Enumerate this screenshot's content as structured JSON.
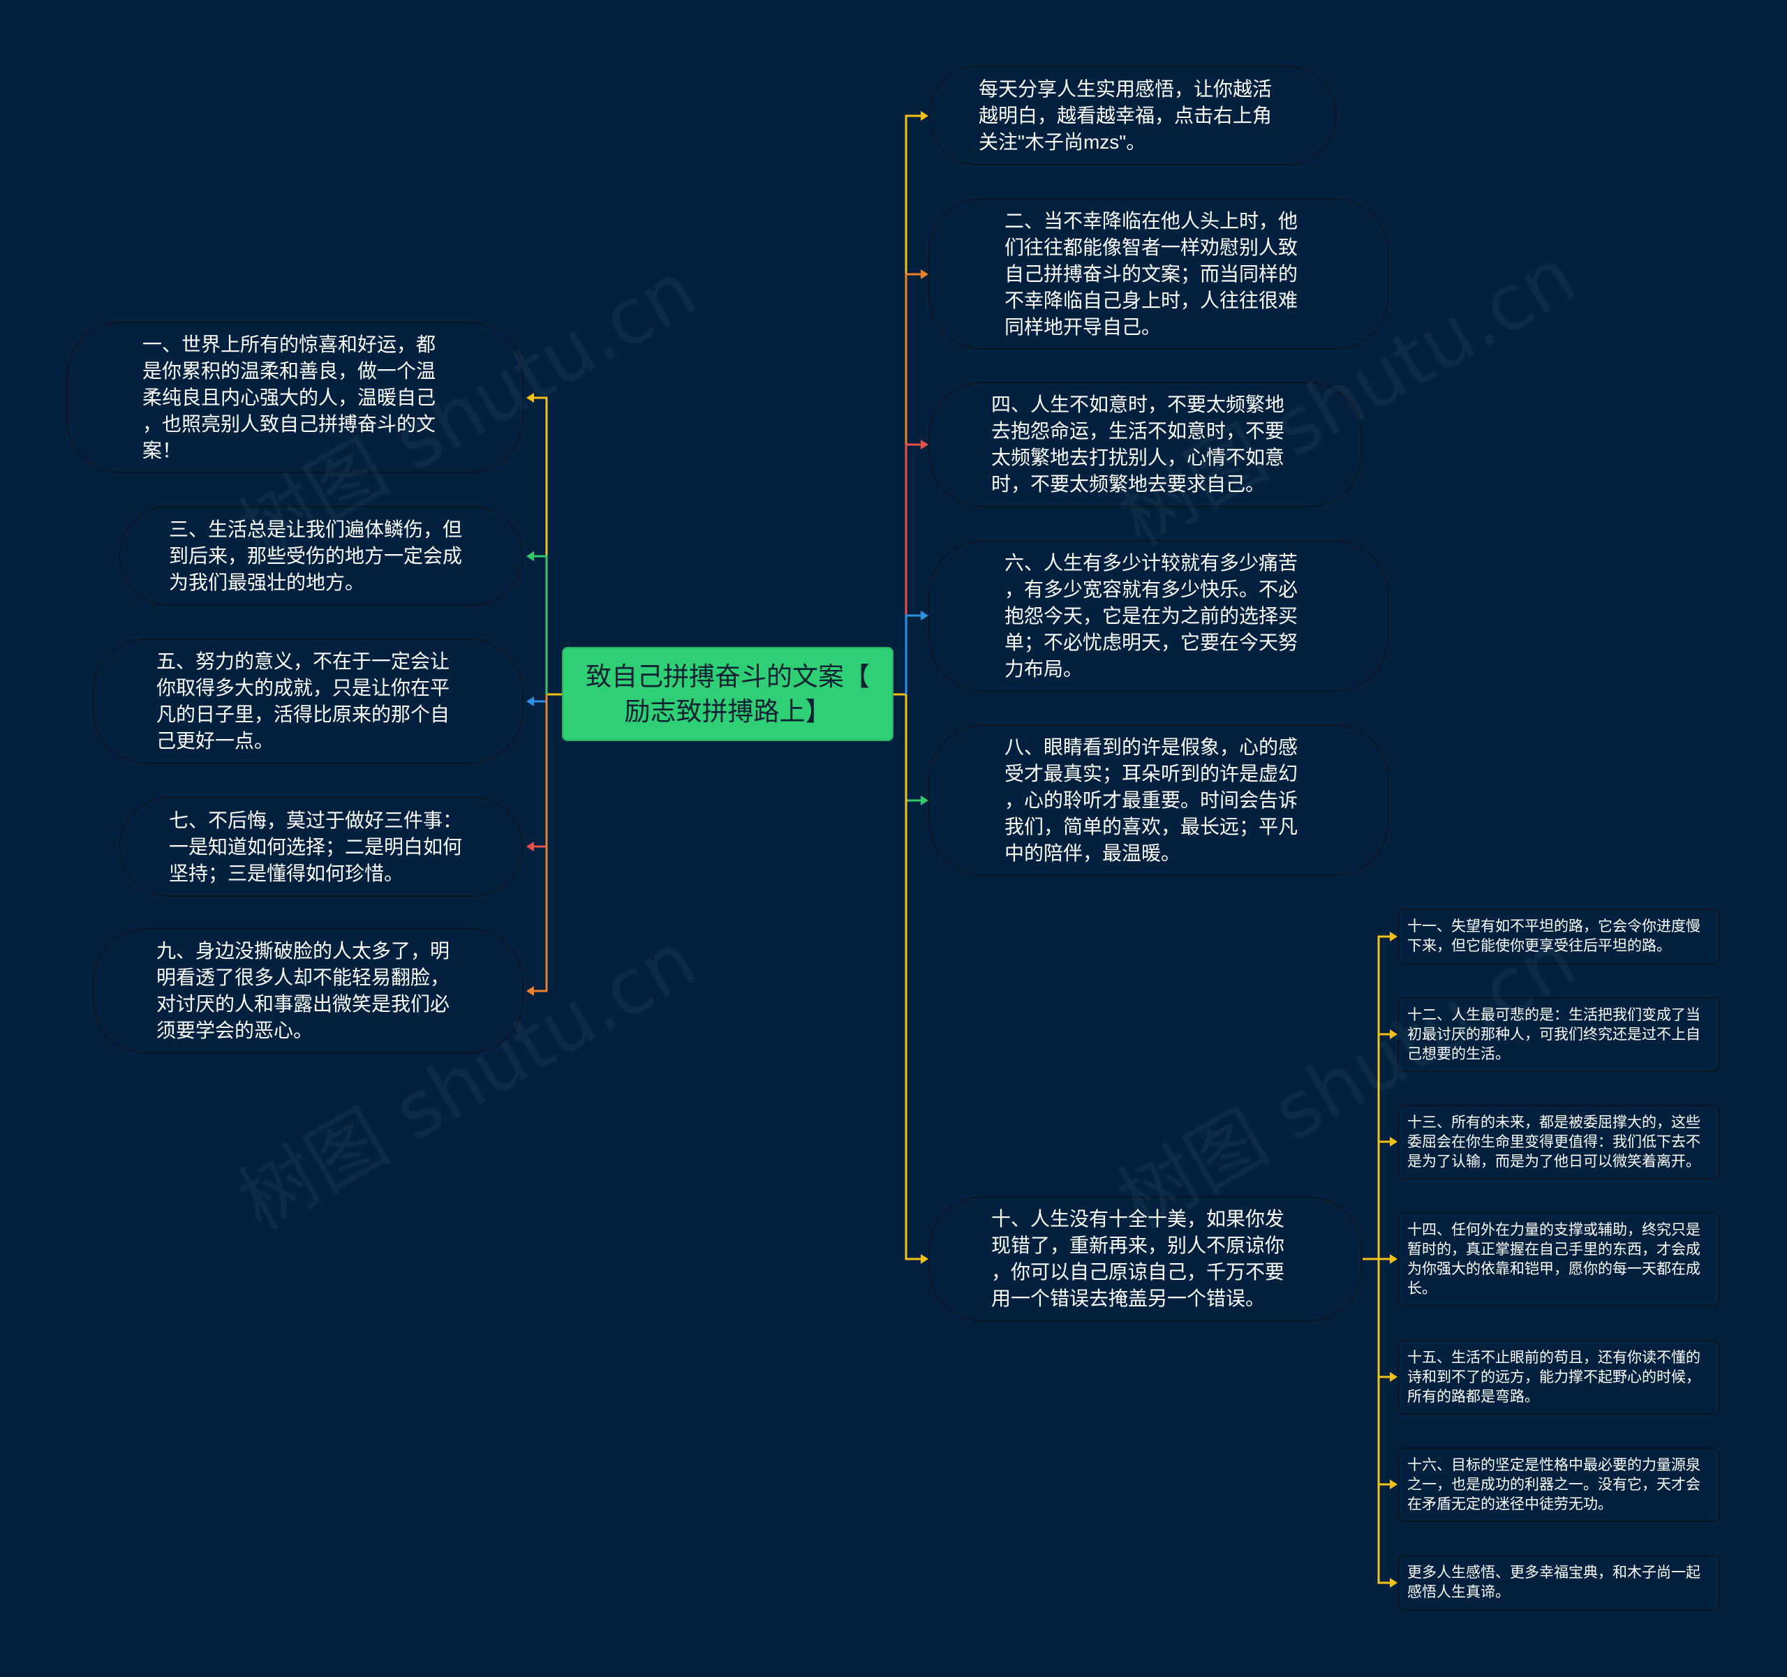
{
  "colors": {
    "background": "#03213f",
    "central_fill": "#2fcf75",
    "yellow": "#f4c217",
    "orange": "#f07f2a",
    "red": "#e8504b",
    "blue": "#2f8fe0",
    "green": "#35c96a"
  },
  "watermark": "树图 shutu.cn",
  "central": "致自己拼搏奋斗的文案【\n励志致拼搏路上】",
  "left": [
    {
      "text": "一、世界上所有的惊喜和好运，都\n是你累积的温柔和善良，做一个温\n柔纯良且内心强大的人，温暖自己\n，也照亮别人致自己拼搏奋斗的文\n案！",
      "color": "yellow"
    },
    {
      "text": "三、生活总是让我们遍体鳞伤，但\n到后来，那些受伤的地方一定会成\n为我们最强壮的地方。",
      "color": "green"
    },
    {
      "text": "五、努力的意义，不在于一定会让\n你取得多大的成就，只是让你在平\n凡的日子里，活得比原来的那个自\n己更好一点。",
      "color": "blue"
    },
    {
      "text": "七、不后悔，莫过于做好三件事：\n一是知道如何选择；二是明白如何\n坚持；三是懂得如何珍惜。",
      "color": "red"
    },
    {
      "text": "九、身边没撕破脸的人太多了，明\n明看透了很多人却不能轻易翻脸，\n对讨厌的人和事露出微笑是我们必\n须要学会的恶心。",
      "color": "orange"
    }
  ],
  "right": [
    {
      "text": "每天分享人生实用感悟，让你越活\n越明白，越看越幸福，点击右上角\n关注\"木子尚mzs\"。",
      "color": "yellow"
    },
    {
      "text": "二、当不幸降临在他人头上时，他\n们往往都能像智者一样劝慰别人致\n自己拼搏奋斗的文案；而当同样的\n不幸降临自己身上时，人往往很难\n同样地开导自己。",
      "color": "orange"
    },
    {
      "text": "四、人生不如意时，不要太频繁地\n去抱怨命运，生活不如意时，不要\n太频繁地去打扰别人，心情不如意\n时，不要太频繁地去要求自己。",
      "color": "red"
    },
    {
      "text": "六、人生有多少计较就有多少痛苦\n，有多少宽容就有多少快乐。不必\n抱怨今天，它是在为之前的选择买\n单；不必忧虑明天，它要在今天努\n力布局。",
      "color": "blue"
    },
    {
      "text": "八、眼睛看到的许是假象，心的感\n受才最真实；耳朵听到的许是虚幻\n，心的聆听才最重要。时间会告诉\n我们，简单的喜欢，最长远；平凡\n中的陪伴，最温暖。",
      "color": "green"
    },
    {
      "text": "十、人生没有十全十美，如果你发\n现错了，重新再来，别人不原谅你\n，你可以自己原谅自己，千万不要\n用一个错误去掩盖另一个错误。",
      "color": "yellow"
    }
  ],
  "sub": [
    {
      "text": "十一、失望有如不平坦的路，它会令你进度慢\n下来，但它能使你更享受往后平坦的路。"
    },
    {
      "text": "十二、人生最可悲的是：生活把我们变成了当\n初最讨厌的那种人，可我们终究还是过不上自\n己想要的生活。"
    },
    {
      "text": "十三、所有的未来，都是被委屈撑大的，这些\n委屈会在你生命里变得更值得：我们低下去不\n是为了认输，而是为了他日可以微笑着离开。"
    },
    {
      "text": "十四、任何外在力量的支撑或辅助，终究只是\n暂时的，真正掌握在自己手里的东西，才会成\n为你强大的依靠和铠甲，愿你的每一天都在成\n长。"
    },
    {
      "text": "十五、生活不止眼前的苟且，还有你读不懂的\n诗和到不了的远方，能力撑不起野心的时候，\n所有的路都是弯路。"
    },
    {
      "text": "十六、目标的坚定是性格中最必要的力量源泉\n之一，也是成功的利器之一。没有它，天才会\n在矛盾无定的迷径中徒劳无功。"
    },
    {
      "text": "更多人生感悟、更多幸福宝典，和木子尚一起\n感悟人生真谛。"
    }
  ]
}
